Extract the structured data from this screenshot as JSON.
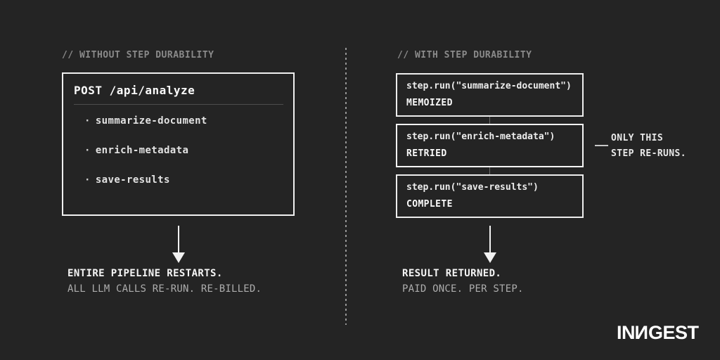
{
  "left": {
    "header": "// WITHOUT STEP DURABILITY",
    "box": {
      "title": "POST /api/analyze",
      "bullet": "·",
      "items": [
        "summarize-document",
        "enrich-metadata",
        "save-results"
      ]
    },
    "caption_primary": "ENTIRE PIPELINE RESTARTS.",
    "caption_secondary": "ALL LLM CALLS RE-RUN. RE-BILLED."
  },
  "right": {
    "header": "// WITH STEP DURABILITY",
    "steps": [
      {
        "code": "step.run(\"summarize-document\")",
        "status": "MEMOIZED"
      },
      {
        "code": "step.run(\"enrich-metadata\")",
        "status": "RETRIED"
      },
      {
        "code": "step.run(\"save-results\")",
        "status": "COMPLETE"
      }
    ],
    "annotation": {
      "line1": "ONLY THIS",
      "line2": "STEP RE-RUNS."
    },
    "caption_primary": "RESULT RETURNED.",
    "caption_secondary": "PAID ONCE. PER STEP."
  },
  "logo": {
    "text": "INNGEST",
    "part1": "IN",
    "part2_mirrored": "N",
    "part3": "GEST"
  },
  "colors": {
    "background": "#242424",
    "header_gray": "#8a8a8a",
    "text_white": "#f5f5f5",
    "text_muted": "#adadad",
    "border_white": "#f0f0f0",
    "divider_dotted": "#969696"
  }
}
